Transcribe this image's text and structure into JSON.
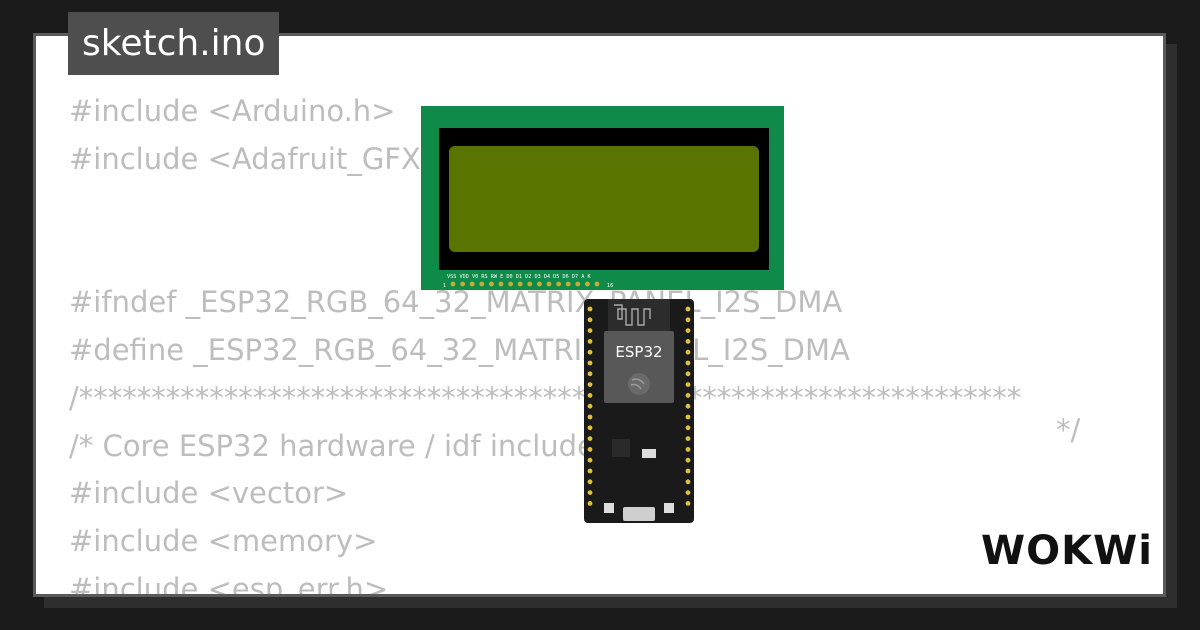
{
  "tab": {
    "filename": "sketch.ino"
  },
  "code_lines": [
    "#include <Arduino.h>",
    "#include <Adafruit_GFX.h>",
    "",
    "",
    "#ifndef _ESP32_RGB_64_32_MATRIX_PANEL_I2S_DMA",
    "#define _ESP32_RGB_64_32_MATRIX_PANEL_I2S_DMA",
    "/*****************************************************************",
    "/* Core ESP32 hardware / idf includes!",
    "#include <vector>",
    "#include <memory>",
    "#include <esp_err.h>"
  ],
  "comment_end": "*/",
  "lcd": {
    "pin_labels": "VSS VDD V0  RS  RW  E   D0  D1  D2  D3  D4  D5  D6  D7  A   K",
    "pin_first": "1",
    "pin_last": "16"
  },
  "esp32": {
    "chip_label": "ESP32"
  },
  "brand": {
    "logo_text": "WOKWi"
  },
  "colors": {
    "background": "#1b1b1b",
    "card": "#ffffff",
    "tab": "#4e4e4e",
    "code_text": "#bdbdbd",
    "lcd_pcb": "#0f8a48",
    "lcd_screen": "#5a7400"
  }
}
